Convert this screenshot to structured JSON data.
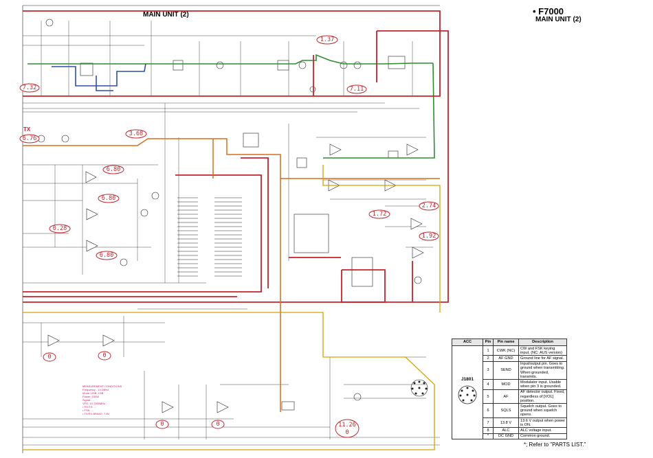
{
  "header": {
    "model": "• F7000",
    "model_sub": "MAIN UNIT (2)",
    "unit_title": "MAIN UNIT (2)"
  },
  "colors": {
    "rx_line": "#2e8b2e",
    "tx_line": "#2a4ea8",
    "supply_red": "#c8202a",
    "supply_orange": "#d86c1a",
    "af_yellow": "#d8a000",
    "schematic": "#222222"
  },
  "tx_label": "TX",
  "measurements": [
    "1.37",
    "7.32",
    "7.11",
    "6.76",
    "3.68",
    "6.80",
    "6.80",
    "0.28",
    "6.80",
    "1.72",
    "2.74",
    "1.92",
    "0",
    "0",
    "0",
    "0",
    "11.26",
    "0"
  ],
  "measurement_conditions": [
    "MEASUREMENT CONDITIONS",
    "Frequency : 14.1MHz",
    "Mode: USB, LSB",
    "Power: 100W",
    "Signal: ...",
    "VFO: 10.7000MHz",
    "• RX/TX: ...",
    "• FSK: ...",
    "• TX/RX BRAKE: 7.8V"
  ],
  "acc_table": {
    "headers": [
      "ACC",
      "Pin",
      "Pin name",
      "Description"
    ],
    "connector": "J1801",
    "rows": [
      {
        "pin": "1",
        "name": "CWK (NC)",
        "desc": "CW and FSK keying input. (NC: AUS version)"
      },
      {
        "pin": "2",
        "name": "AF GND",
        "desc": "Ground line for AF signal."
      },
      {
        "pin": "3",
        "name": "SEND",
        "desc": "Input/output pin. Goes to ground when transmitting. When grounded, transmits."
      },
      {
        "pin": "4",
        "name": "MOD",
        "desc": "Modulator input. Usable when pin 3 is grounded."
      },
      {
        "pin": "5",
        "name": "AF",
        "desc": "AF detector output. Fixed, regardless of [VOL] position."
      },
      {
        "pin": "6",
        "name": "SQLS",
        "desc": "Squelch output. Goes to ground when squelch opens."
      },
      {
        "pin": "7",
        "name": "13.8 V",
        "desc": "13.6 V output when power is ON."
      },
      {
        "pin": "8",
        "name": "ALC",
        "desc": "ALC voltage input."
      },
      {
        "pin": "*",
        "name": "DC GND",
        "desc": "Common ground."
      }
    ]
  },
  "footnote": "*; Refer to \"PARTS LIST.\""
}
